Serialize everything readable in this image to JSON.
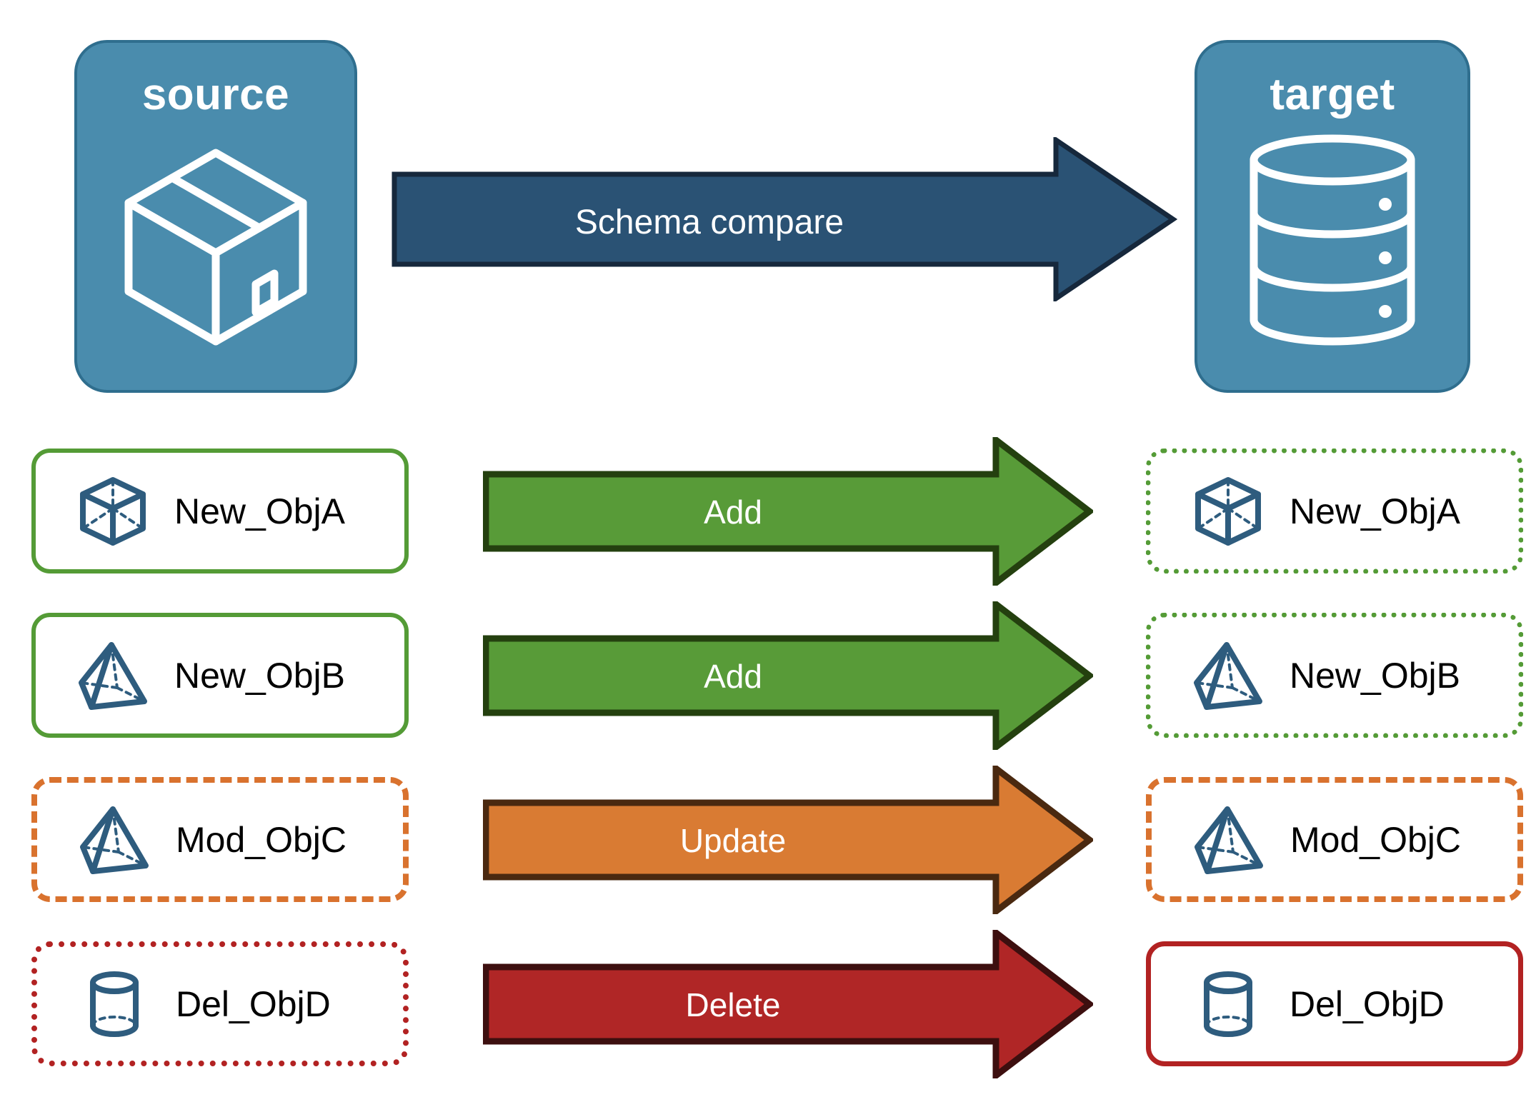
{
  "palette": {
    "panel_fill": "#4a8cad",
    "panel_stroke": "#2f6e8e",
    "icon_blue": "#2e5c7e",
    "compare_fill": "#2a5274",
    "compare_stroke": "#16283c",
    "add_fill": "#589b38",
    "add_stroke": "#24400f",
    "update_fill": "#d97b33",
    "update_stroke": "#4a2910",
    "delete_fill": "#b02626",
    "delete_stroke": "#3d0f0f",
    "green_border": "#549b36",
    "orange_border": "#d9722e",
    "red_border": "#b22222",
    "text_dark": "#000000",
    "text_light": "#ffffff"
  },
  "endpoints": {
    "source": {
      "title": "source",
      "icon": "package-box-icon"
    },
    "target": {
      "title": "target",
      "icon": "database-cylinder-icon"
    }
  },
  "compare": {
    "label": "Schema compare",
    "icon": "right-arrow-icon"
  },
  "rows": [
    {
      "source": {
        "label": "New_ObjA",
        "icon": "wireframe-cube-icon",
        "border_style": "solid",
        "border_color": "#549b36"
      },
      "action": {
        "label": "Add",
        "fill": "#589b38",
        "stroke": "#24400f",
        "icon": "right-arrow-icon"
      },
      "target": {
        "label": "New_ObjA",
        "icon": "wireframe-cube-icon",
        "border_style": "dotted",
        "border_color": "#549b36"
      }
    },
    {
      "source": {
        "label": "New_ObjB",
        "icon": "wireframe-pyramid-icon",
        "border_style": "solid",
        "border_color": "#549b36"
      },
      "action": {
        "label": "Add",
        "fill": "#589b38",
        "stroke": "#24400f",
        "icon": "right-arrow-icon"
      },
      "target": {
        "label": "New_ObjB",
        "icon": "wireframe-pyramid-icon",
        "border_style": "dotted",
        "border_color": "#549b36"
      }
    },
    {
      "source": {
        "label": "Mod_ObjC",
        "icon": "wireframe-pyramid-icon",
        "border_style": "dashed",
        "border_color": "#d9722e"
      },
      "action": {
        "label": "Update",
        "fill": "#d97b33",
        "stroke": "#4a2910",
        "icon": "right-arrow-icon"
      },
      "target": {
        "label": "Mod_ObjC",
        "icon": "wireframe-pyramid-icon",
        "border_style": "dashed",
        "border_color": "#d9722e"
      }
    },
    {
      "source": {
        "label": "Del_ObjD",
        "icon": "wireframe-cylinder-icon",
        "border_style": "dotted",
        "border_color": "#b22222"
      },
      "action": {
        "label": "Delete",
        "fill": "#b02626",
        "stroke": "#3d0f0f",
        "icon": "right-arrow-icon"
      },
      "target": {
        "label": "Del_ObjD",
        "icon": "wireframe-cylinder-icon",
        "border_style": "solid",
        "border_color": "#b22222"
      }
    }
  ]
}
